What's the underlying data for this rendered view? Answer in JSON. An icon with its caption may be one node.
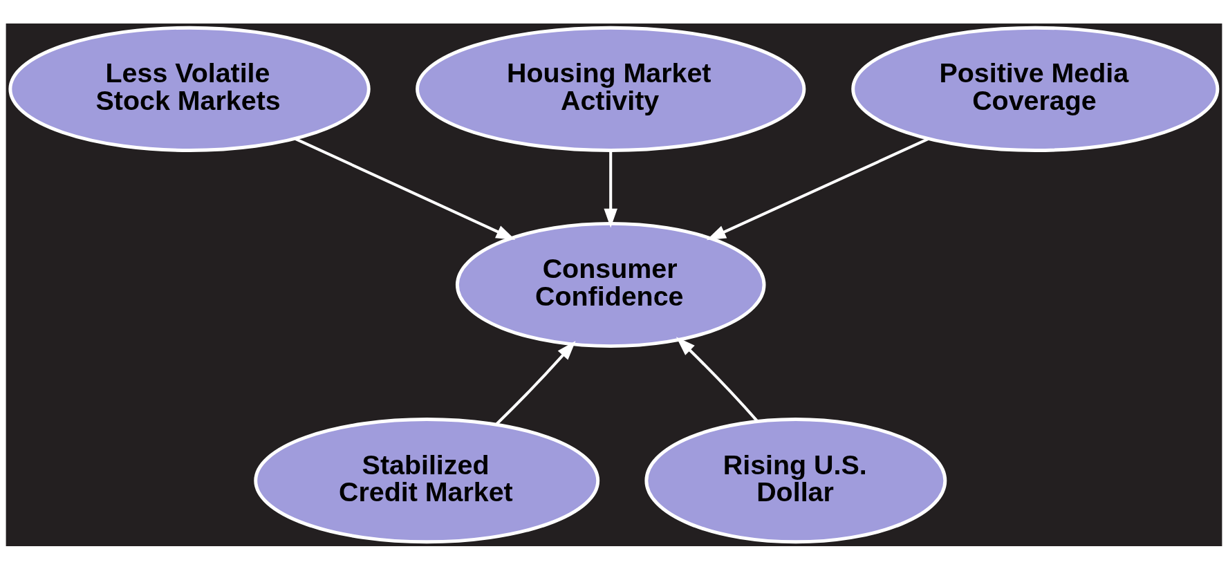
{
  "diagram": {
    "nodes": [
      {
        "text": [
          "Housing Market Activity"
        ]
      },
      {
        "text": [
          "Less Volatile Stock Markets"
        ]
      },
      {
        "text": [
          "Positive Media Coverage"
        ]
      },
      {
        "text": [
          "Consumer Confidence"
        ]
      },
      {
        "text": [
          "Stabilized Credit Market"
        ]
      },
      {
        "text": [
          "Rising U.S. Dollar"
        ]
      }
    ],
    "edges": [
      {
        "from": 0,
        "to": 3,
        "arrow": "to"
      },
      {
        "from": 1,
        "to": 3,
        "arrow": "to"
      },
      {
        "from": 2,
        "to": 3,
        "arrow": "to"
      },
      {
        "from": 4,
        "to": 3,
        "arrow": "to"
      },
      {
        "from": 5,
        "to": 3,
        "arrow": "to"
      }
    ]
  }
}
